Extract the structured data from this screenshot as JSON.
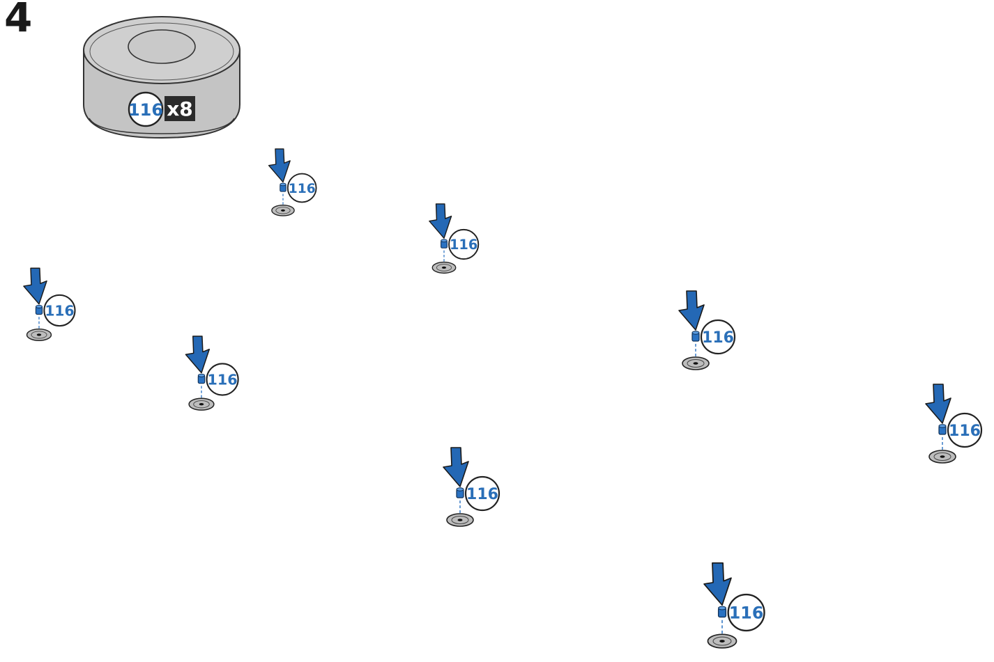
{
  "step": {
    "number": "4"
  },
  "parts_tray": {
    "part_id": "116",
    "quantity_label": "x8"
  },
  "placements": [
    {
      "part_id": "116"
    },
    {
      "part_id": "116"
    },
    {
      "part_id": "116"
    },
    {
      "part_id": "116"
    },
    {
      "part_id": "116"
    },
    {
      "part_id": "116"
    },
    {
      "part_id": "116"
    },
    {
      "part_id": "116"
    }
  ],
  "colors": {
    "arrow_blue": "#2468b5",
    "arrow_outline": "#1a1a1a",
    "part_blue": "#2a72c2",
    "callout_text": "#2a6fb8",
    "tray_gray": "#c8c8c8",
    "tray_outline": "#333333",
    "hole_gray": "#bdbdbd"
  }
}
